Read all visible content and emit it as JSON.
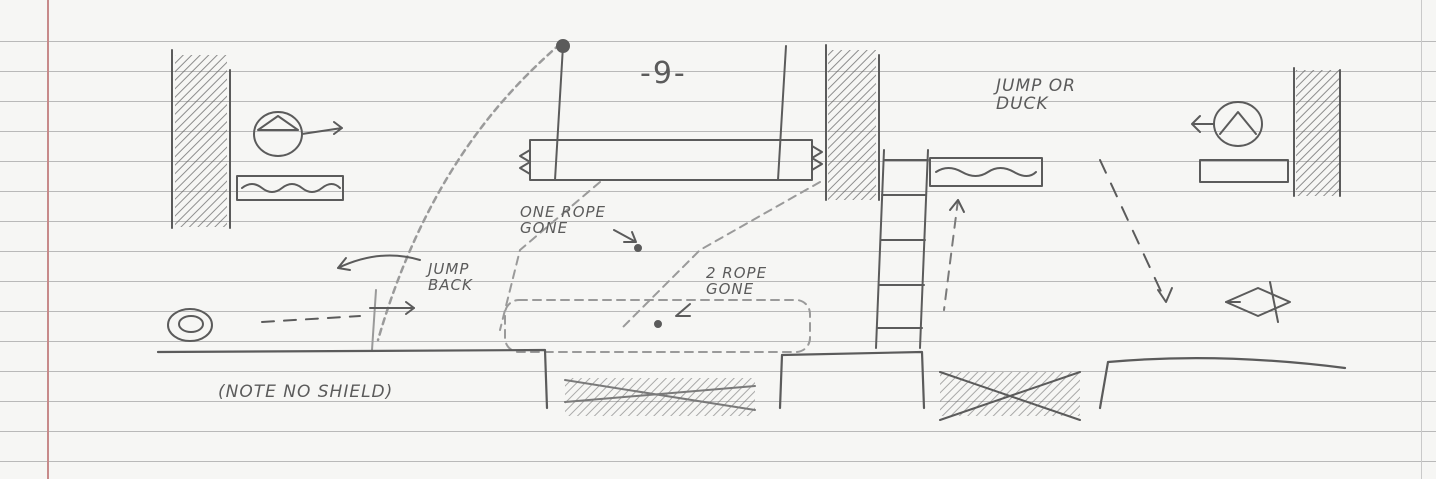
{
  "page_number": "-9-",
  "annotations": {
    "one_rope_gone": [
      "ONE ROPE",
      "GONE"
    ],
    "two_rope_gone": [
      "2 ROPE",
      "GONE"
    ],
    "jump_back": [
      "JUMP",
      "BACK"
    ],
    "jump_or_duck": [
      "JUMP OR",
      "DUCK"
    ],
    "note_no_shield": "(NOTE NO SHIELD)"
  },
  "colors": {
    "paper": "#f6f6f4",
    "rule_line": "#b9b9b9",
    "margin_line": "#c78a8a",
    "pencil": "#5b5b5b",
    "pencil_light": "#9a9a9a"
  }
}
